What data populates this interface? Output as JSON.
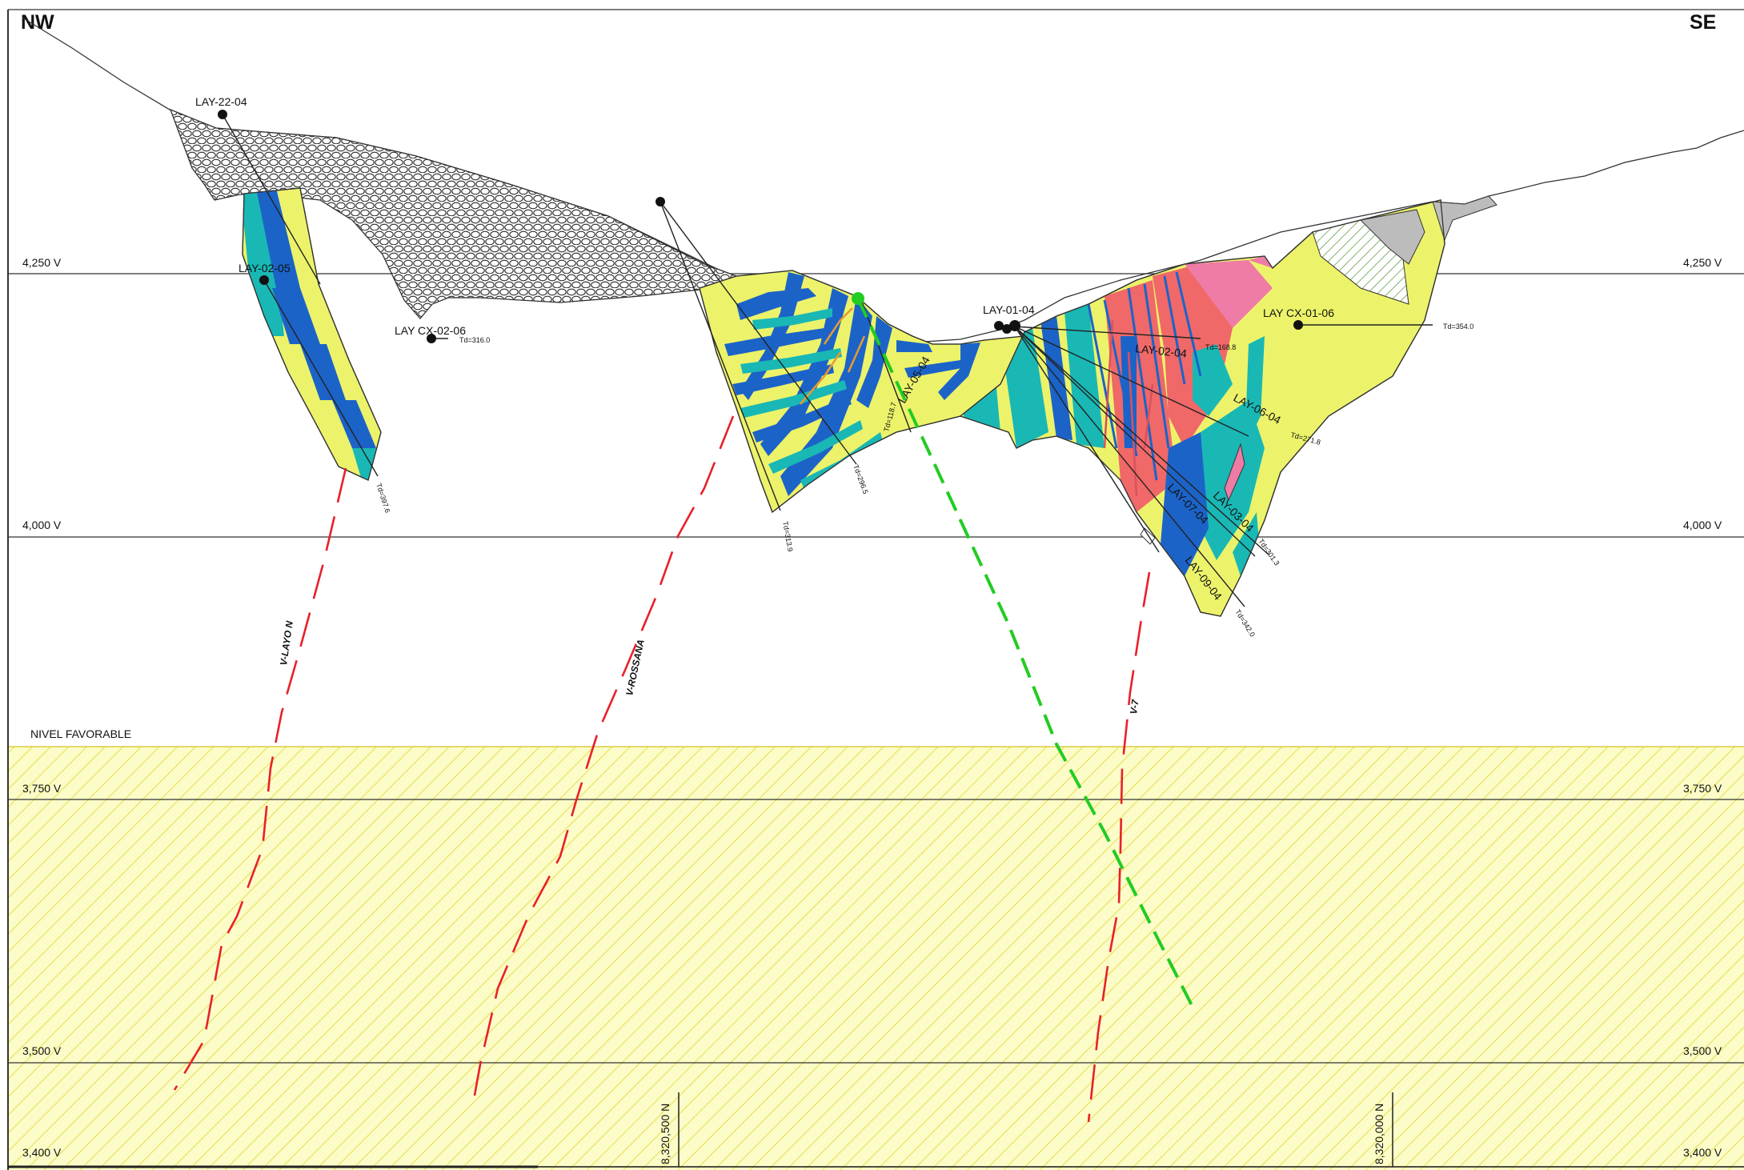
{
  "orientation": {
    "left": "NW",
    "right": "SE"
  },
  "levels": [
    {
      "label": "4,250 V",
      "elev": 4250
    },
    {
      "label": "4,000 V",
      "elev": 4000
    },
    {
      "label": "3,750 V",
      "elev": 3750
    },
    {
      "label": "3,500 V",
      "elev": 3500
    },
    {
      "label": "3,400 V",
      "elev": 3400
    }
  ],
  "favorable_zone": {
    "label": "NIVEL FAVORABLE"
  },
  "northings": [
    "8,320,500 N",
    "8,320,000 N"
  ],
  "drill_holes": [
    {
      "name": "LAY-22-04"
    },
    {
      "name": "LAY-02-05"
    },
    {
      "name": "LAY CX-02-06"
    },
    {
      "name": "LAY-01-04"
    },
    {
      "name": "LAY CX-01-06"
    },
    {
      "name": "LAY-05-04"
    },
    {
      "name": "LAY-02-04"
    },
    {
      "name": "LAY-06-04"
    },
    {
      "name": "LAY-07-04"
    },
    {
      "name": "LAY-03-04"
    },
    {
      "name": "LAY-09-04"
    }
  ],
  "depth_labels": [
    "Td=316.0",
    "Td=354.0",
    "Td=168.8",
    "Td=271.8",
    "Td=296.5",
    "Td=313.9",
    "Td=397.6",
    "Td=118.7",
    "Td=301.3",
    "Td=342.0"
  ],
  "veins": [
    {
      "name": "V-LAYO N",
      "color": "#e8202a"
    },
    {
      "name": "V-ROSSANA",
      "color": "#e8202a"
    },
    {
      "name": "V-7",
      "color": "#e8202a"
    }
  ],
  "colors": {
    "favorable_fill": "#fcfcc8",
    "favorable_hatch": "#e6de4a",
    "vein_projection": "#e8202a",
    "fault_projection": "#22cc22",
    "yellow_unit": "#ecf36a",
    "teal_unit": "#19b8b5",
    "blue_unit": "#1c63c8",
    "red_unit": "#f06868",
    "pink_unit": "#ee7ca6",
    "moraine": "#ffffff"
  }
}
